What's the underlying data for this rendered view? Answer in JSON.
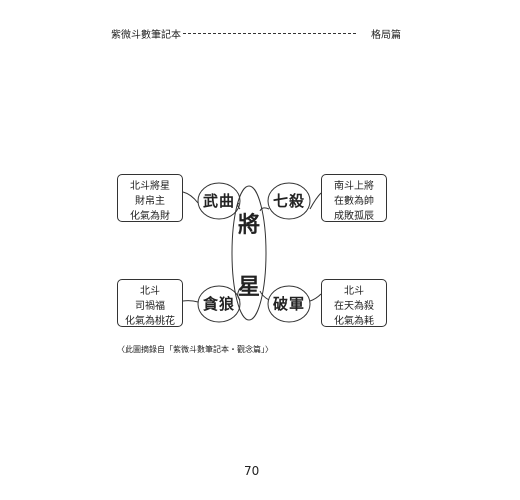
{
  "header": {
    "left": "紫微斗數筆記本",
    "right": "格局篇"
  },
  "diagram": {
    "center": [
      "將",
      "星"
    ],
    "nodes": [
      {
        "id": "top-left-star",
        "label": "武曲"
      },
      {
        "id": "top-right-star",
        "label": "七殺"
      },
      {
        "id": "bottom-left-star",
        "label": "貪狼"
      },
      {
        "id": "bottom-right-star",
        "label": "破軍"
      }
    ],
    "boxes": [
      {
        "id": "top-left-box",
        "lines": [
          "北斗將星",
          "財帛主",
          "化氣為財"
        ]
      },
      {
        "id": "top-right-box",
        "lines": [
          "南斗上將",
          "在數為帥",
          "成敗孤辰"
        ]
      },
      {
        "id": "bottom-left-box",
        "lines": [
          "北斗",
          "司禍福",
          "化氣為桃花"
        ]
      },
      {
        "id": "bottom-right-box",
        "lines": [
          "北斗",
          "在天為殺",
          "化氣為耗"
        ]
      }
    ]
  },
  "caption": "〈此圖摘錄自「紫微斗數筆記本・觀念篇」〉",
  "page_number": "70"
}
